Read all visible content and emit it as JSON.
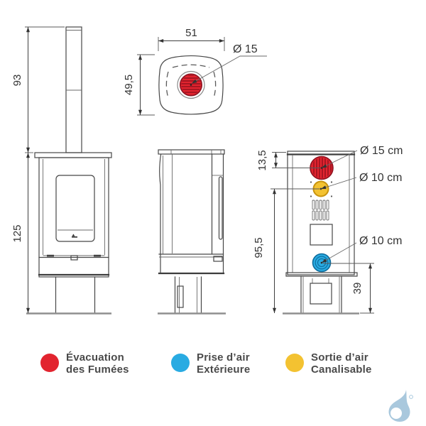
{
  "colors": {
    "red": "#e2242f",
    "blue": "#29abe2",
    "yellow": "#f3c231",
    "red_dark": "#8c1220",
    "yellow_dark": "#c9940e",
    "blue_dark": "#0e6c9c",
    "line": "#474747",
    "dim_text": "#333333",
    "legend_text": "#4a4a4a",
    "watermark": "#a9c8dd"
  },
  "diagram": {
    "top_view": {
      "width": "51",
      "depth": "49,5",
      "flue_diameter": "Ø 15"
    },
    "front_view": {
      "flue_height": "93",
      "body_height": "125"
    },
    "rear_view": {
      "flue_center_offset": "13,5",
      "duct_outlet_height": "95,5",
      "air_intake_height": "39",
      "flue_label": "Ø 15 cm",
      "duct_label": "Ø 10 cm",
      "intake_label": "Ø 10 cm"
    }
  },
  "legend": {
    "items": [
      {
        "key": "smoke-evacuation",
        "line1": "Évacuation",
        "line2": "des Fumées",
        "color_ref": "red"
      },
      {
        "key": "external-air-intake",
        "line1": "Prise d’air",
        "line2": "Extérieure",
        "color_ref": "blue"
      },
      {
        "key": "ductable-air-outlet",
        "line1": "Sortie d’air",
        "line2": "Canalisable",
        "color_ref": "yellow"
      }
    ]
  }
}
